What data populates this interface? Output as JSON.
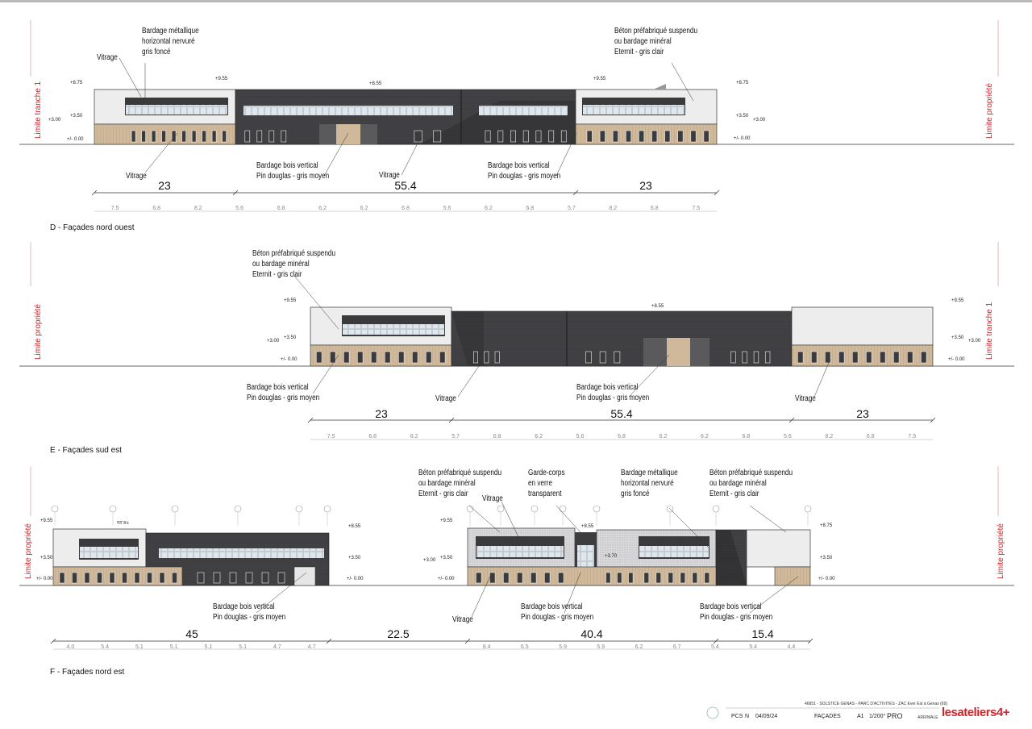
{
  "sections": [
    {
      "caption": "D - Façades nord ouest",
      "dims": [
        "23",
        "55.4",
        "23"
      ],
      "sub_dims": [
        "7.5",
        "6.8",
        "8.2",
        "5.6",
        "6.8",
        "6.2",
        "6.2",
        "6.8",
        "5.6",
        "6.2",
        "6.8",
        "5.7",
        "8.2",
        "6.8",
        "7.5"
      ],
      "left_limit": "Limite tranche 1",
      "right_limit": "Limite propriété",
      "levels": {
        "l875": "+8.75",
        "l955": "+9.55",
        "l855": "+8.55",
        "l350": "+3.50",
        "l300": "+3.00",
        "l000": "+/- 0.00"
      },
      "notes": {
        "n1": [
          "Bardage métallique",
          "horizontal nervuré",
          "gris foncé"
        ],
        "n2": [
          "Vitrage"
        ],
        "n3": [
          "Béton préfabriqué suspendu",
          "ou bardage minéral",
          "Eternit - gris clair"
        ],
        "n4": [
          "Vitrage"
        ],
        "n5": [
          "Bardage bois vertical",
          "Pin douglas - gris moyen"
        ],
        "n6": [
          "Vitrage"
        ],
        "n7": [
          "Bardage bois vertical",
          "Pin douglas - gris moyen"
        ]
      }
    },
    {
      "caption": "E - Façades sud est",
      "dims": [
        "23",
        "55.4",
        "23"
      ],
      "sub_dims": [
        "7.5",
        "6.8",
        "8.2",
        "5.7",
        "6.8",
        "6.2",
        "5.6",
        "6.8",
        "6.2",
        "6.2",
        "6.8",
        "5.6",
        "8.2",
        "6.8",
        "7.5"
      ],
      "left_limit": "Limite propriété",
      "right_limit": "Limite tranche 1",
      "levels": {
        "l955": "+9.55",
        "l855": "+8.55",
        "l350": "+3.50",
        "l300": "+3.00",
        "l000": "+/- 0.00"
      },
      "notes": {
        "n1": [
          "Béton préfabriqué suspendu",
          "ou bardage minéral",
          "Eternit - gris clair"
        ],
        "n2": [
          "Bardage bois vertical",
          "Pin douglas - gris moyen"
        ],
        "n3": [
          "Vitrage"
        ],
        "n4": [
          "Bardage bois vertical",
          "Pin douglas - gris moyen"
        ],
        "n5": [
          "Vitrage"
        ]
      }
    },
    {
      "caption": "F - Façades nord est",
      "dims": [
        "45",
        "22.5",
        "40.4",
        "15.4"
      ],
      "sub_dims_a": [
        "4.0",
        "5.4",
        "5.1",
        "5.1",
        "5.1",
        "5.1",
        "4.7",
        "4.7"
      ],
      "sub_dims_b": [
        "8.4",
        "6.5",
        "5.9",
        "5.9",
        "6.2",
        "6.7",
        "5.4",
        "5.4",
        "4.4"
      ],
      "left_limit": "Limite propriété",
      "right_limit": "Limite propriété",
      "levels": {
        "l955": "+9.55",
        "l855": "+8.55",
        "l875": "+8.75",
        "l370": "+3.70",
        "l350": "+3.50",
        "l300": "+3.00",
        "l000": "+/- 0.00",
        "flip": "+8.55"
      },
      "notes": {
        "n1": [
          "Béton préfabriqué suspendu",
          "ou bardage minéral",
          "Eternit - gris clair"
        ],
        "n2": [
          "Vitrage"
        ],
        "n3": [
          "Garde-corps",
          "en verre",
          "transparent"
        ],
        "n4": [
          "Bardage métallique",
          "horizontal nervuré",
          "gris foncé"
        ],
        "n5": [
          "Béton préfabriqué suspendu",
          "ou bardage minéral",
          "Eternit - gris clair"
        ],
        "n6": [
          "Bardage bois vertical",
          "Pin douglas - gris moyen"
        ],
        "n7": [
          "Vitrage"
        ],
        "n8": [
          "Bardage bois vertical",
          "Pin douglas - gris moyen"
        ],
        "n9": [
          "Bardage bois vertical",
          "Pin douglas - gris moyen"
        ]
      }
    }
  ],
  "title_block": {
    "project": "46851 - SOLSTICE GENAS - PARC D'ACTIVITES - ZAC Ever Est à Genas (69)",
    "pcs": "PCS",
    "index": "N",
    "date": "04/09/24",
    "sheet": "FAÇADES",
    "format": "A1",
    "scale": "1/200°",
    "phase": "PRO",
    "author": "ARR/MALE",
    "logo": "lesateliers4+"
  },
  "colors": {
    "dark": "#3d3d3f",
    "light": "#e9e9ea",
    "wood": "#cfb99a",
    "red": "#d2232a"
  }
}
